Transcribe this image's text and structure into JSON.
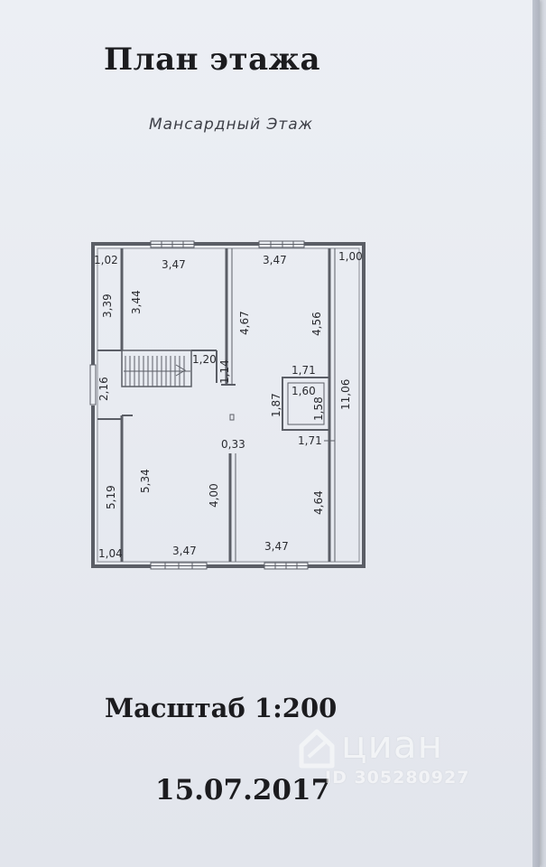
{
  "document": {
    "title": "План этажа",
    "subtitle": "Мансардный Этаж",
    "scale": "Масштаб 1:200",
    "date": "15.07.2017"
  },
  "floor_plan": {
    "dimensions": {
      "top_left_corner": "1,02",
      "top_room_left_width": "3,47",
      "top_room_right_width": "3,47",
      "right_corridor_width": "1,00",
      "left_strip_height": "3,39",
      "top_left_room_height": "3,44",
      "top_middle_room_height": "4,67",
      "top_right_room_height": "4,56",
      "stair_width": "1,20",
      "stair_small": "1,14",
      "left_passage": "2,16",
      "bath_outer_width": "1,71",
      "bath_inner_width": "1,60",
      "bath_outer_height": "1,87",
      "bath_inner_height": "1,58",
      "bath_bottom_width": "1,71",
      "right_corridor_length": "11,06",
      "center_gap": "0,33",
      "bottom_left_strip_height": "5,19",
      "bottom_left_room_height": "5,34",
      "bottom_middle_room_height": "4,00",
      "bottom_right_room_height": "4,64",
      "bottom_left_corner": "1,04",
      "bottom_room_left_width": "3,47",
      "bottom_room_right_width": "3,47"
    }
  },
  "watermark": {
    "brand": "циан",
    "id_text": "ID 305280927",
    "logo_icon": "cian-house-logo-icon"
  },
  "colors": {
    "paper": "#eceff4",
    "ink": "#1c1c1f",
    "wall": "#5b5e66"
  }
}
